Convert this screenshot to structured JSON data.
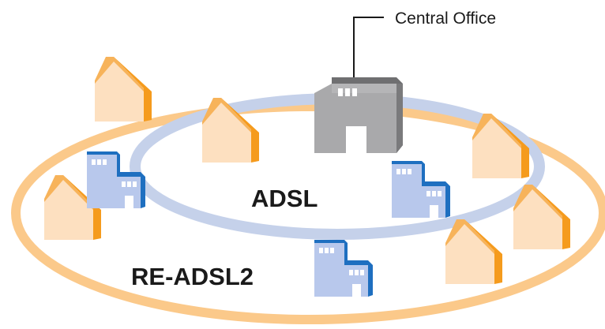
{
  "labels": {
    "central_office": "Central Office",
    "inner_zone": "ADSL",
    "outer_zone": "RE-ADSL2"
  },
  "colors": {
    "outer_ring": "#fbc98a",
    "inner_ring": "#c5d1ea",
    "house_front": "#fde0c0",
    "house_side": "#f59b1d",
    "office_front": "#b8c8ec",
    "office_side": "#1e6fc0",
    "central_office": "#a9a9ab",
    "text": "#1a1a1a"
  },
  "icons": {
    "house": "house-icon",
    "office": "office-building-icon",
    "central_office": "central-office-building-icon"
  }
}
